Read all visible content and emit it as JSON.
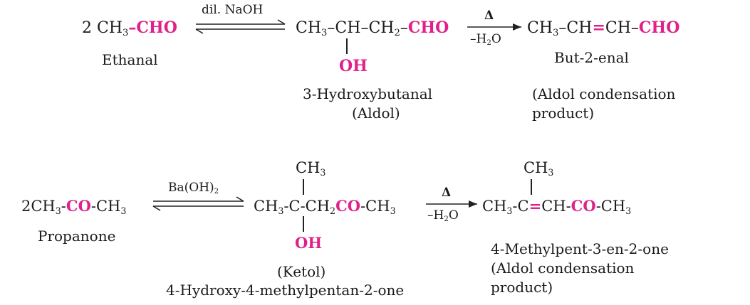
{
  "reaction1": {
    "reactant": {
      "coef": "2",
      "a": "CH",
      "a_sub": "3",
      "dash": "–",
      "group": "CHO"
    },
    "reactant_name": "Ethanal",
    "condition": "dil. NaOH",
    "aldol": {
      "p1": "CH",
      "p1_sub": "3",
      "p2": "–CH–CH",
      "p2_sub": "2",
      "p3": "–",
      "group": "CHO",
      "oh": "OH"
    },
    "aldol_name": "3-Hydroxybutanal",
    "aldol_common": "(Aldol)",
    "heat": "Δ",
    "loss": {
      "a": "–H",
      "sub": "2",
      "b": "O"
    },
    "product": {
      "a": "CH",
      "a_sub": "3",
      "b": "–CH",
      "eq": "=",
      "c": "CH–",
      "group": "CHO"
    },
    "product_name": "But-2-enal",
    "product_note_1": "(Aldol condensation",
    "product_note_2": "product)"
  },
  "reaction2": {
    "reactant": {
      "a": "2CH",
      "a_sub": "3",
      "b": "-",
      "group": "CO",
      "c": "-CH",
      "c_sub": "3"
    },
    "reactant_name": "Propanone",
    "condition": {
      "a": "Ba(OH)",
      "sub": "2"
    },
    "ketol": {
      "top": "CH",
      "top_sub": "3",
      "p1": "CH",
      "p1_sub": "3",
      "p2": "-C-CH",
      "p2_sub": "2",
      "group": "CO",
      "p3": "-CH",
      "p3_sub": "3",
      "oh": "OH"
    },
    "ketol_common": "(Ketol)",
    "ketol_name": "4-Hydroxy-4-methylpentan-2-one",
    "heat": "Δ",
    "loss": {
      "a": "–H",
      "sub": "2",
      "b": "O"
    },
    "product": {
      "top": "CH",
      "top_sub": "3",
      "a": "CH",
      "a_sub": "3",
      "b": "-C",
      "eq": "=",
      "c": "CH-",
      "group": "CO",
      "d": "-CH",
      "d_sub": "3"
    },
    "product_name": "4-Methylpent-3-en-2-one",
    "product_note_1": "(Aldol condensation",
    "product_note_2": "product)"
  },
  "colors": {
    "highlight": "#e0218a",
    "text": "#1a1a1a",
    "background": "#ffffff"
  }
}
